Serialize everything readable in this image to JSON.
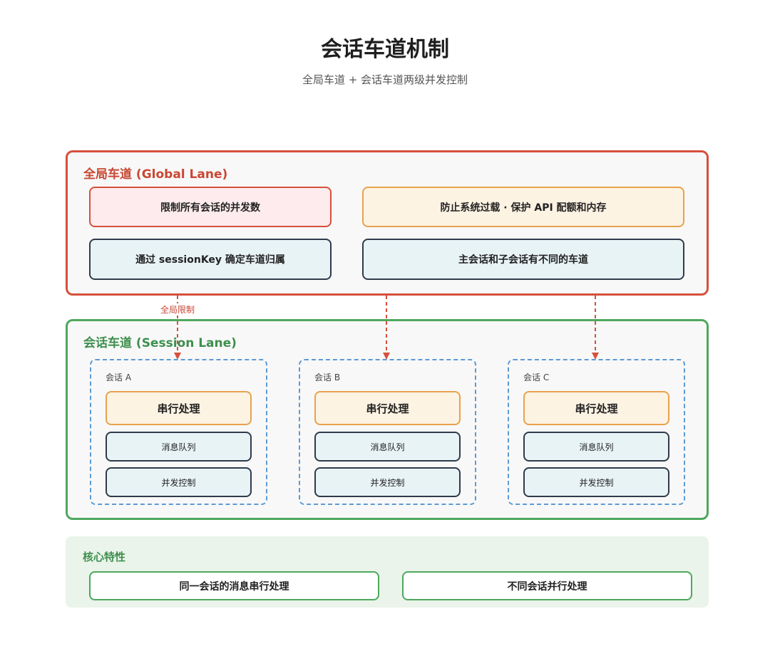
{
  "header": {
    "title": "会话车道机制",
    "subtitle": "全局车道 + 会话车道两级并发控制"
  },
  "global_lane": {
    "label": "全局车道 (Global Lane)",
    "items": [
      "限制所有会话的并发数",
      "防止系统过载 · 保护 API 配额和内存",
      "通过 sessionKey 确定车道归属",
      "主会话和子会话有不同的车道"
    ]
  },
  "arrow": {
    "label": "全局限制"
  },
  "session_lane": {
    "label": "会话车道 (Session Lane)",
    "sessions": [
      {
        "name": "会话 A",
        "serial": "串行处理",
        "queue": "消息队列",
        "concurrency": "并发控制"
      },
      {
        "name": "会话 B",
        "serial": "串行处理",
        "queue": "消息队列",
        "concurrency": "并发控制"
      },
      {
        "name": "会话 C",
        "serial": "串行处理",
        "queue": "消息队列",
        "concurrency": "并发控制"
      }
    ]
  },
  "core": {
    "label": "核心特性",
    "items": [
      "同一会话的消息串行处理",
      "不同会话并行处理"
    ]
  },
  "colors": {
    "global_accent": "#d6503c",
    "session_accent": "#4da85c",
    "session_border": "#5b9bd5",
    "serial_fill": "#fdf3e3",
    "queue_fill": "#e8f3f6"
  }
}
